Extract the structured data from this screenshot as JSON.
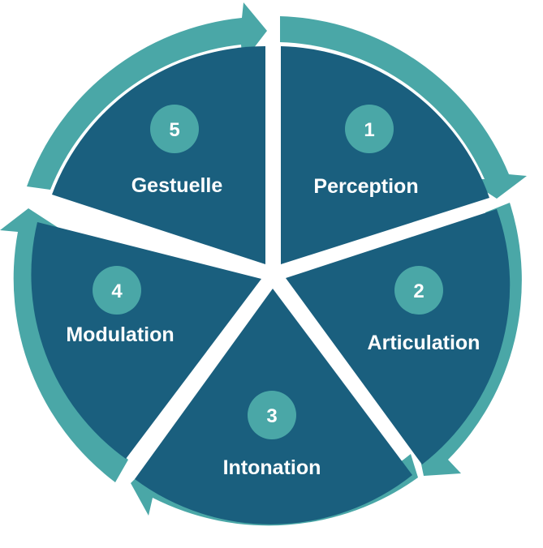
{
  "colors": {
    "segment": "#1a5f7e",
    "ring": "#4aa7a7",
    "badge": "#4aa7a7",
    "text": "#ffffff",
    "background": "#ffffff"
  },
  "steps": [
    {
      "number": "1",
      "label": "Perception"
    },
    {
      "number": "2",
      "label": "Articulation"
    },
    {
      "number": "3",
      "label": "Intonation"
    },
    {
      "number": "4",
      "label": "Modulation"
    },
    {
      "number": "5",
      "label": "Gestuelle"
    }
  ]
}
